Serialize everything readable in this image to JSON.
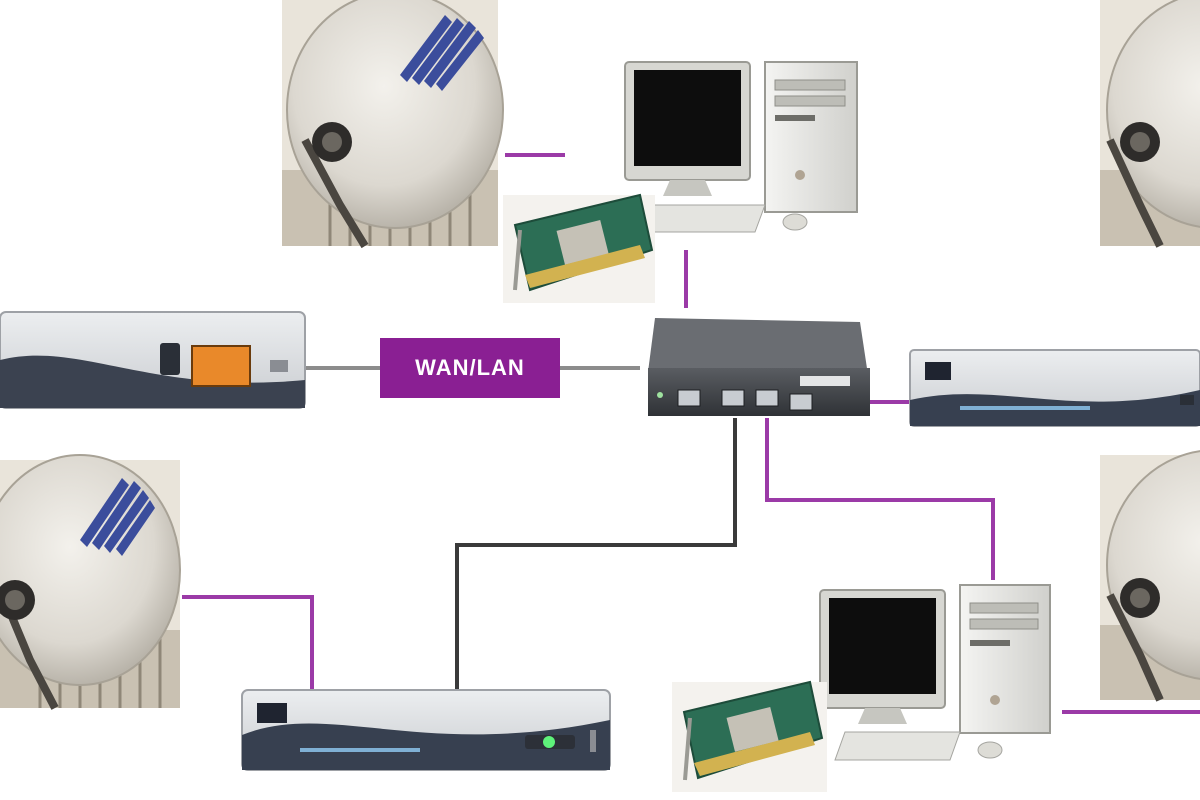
{
  "diagram": {
    "wan_label": "WAN/LAN",
    "colors": {
      "link_purple": "#9b3aa7",
      "link_gray": "#8c8c8c",
      "link_black": "#3a3a3a",
      "label_bg": "#8a1f93"
    },
    "devices": [
      {
        "id": "dish-top-left",
        "kind": "satellite-dish"
      },
      {
        "id": "dish-top-right",
        "kind": "satellite-dish"
      },
      {
        "id": "dish-bottom-left",
        "kind": "satellite-dish"
      },
      {
        "id": "dish-bottom-right",
        "kind": "satellite-dish"
      },
      {
        "id": "pc-top",
        "kind": "desktop-computer"
      },
      {
        "id": "pc-bottom",
        "kind": "desktop-computer"
      },
      {
        "id": "dvb-card-top",
        "kind": "pci-card"
      },
      {
        "id": "dvb-card-bottom",
        "kind": "pci-card"
      },
      {
        "id": "network-switch",
        "kind": "switch"
      },
      {
        "id": "receiver-left",
        "kind": "set-top-box"
      },
      {
        "id": "receiver-right",
        "kind": "set-top-box"
      },
      {
        "id": "receiver-bottom",
        "kind": "set-top-box"
      }
    ]
  }
}
